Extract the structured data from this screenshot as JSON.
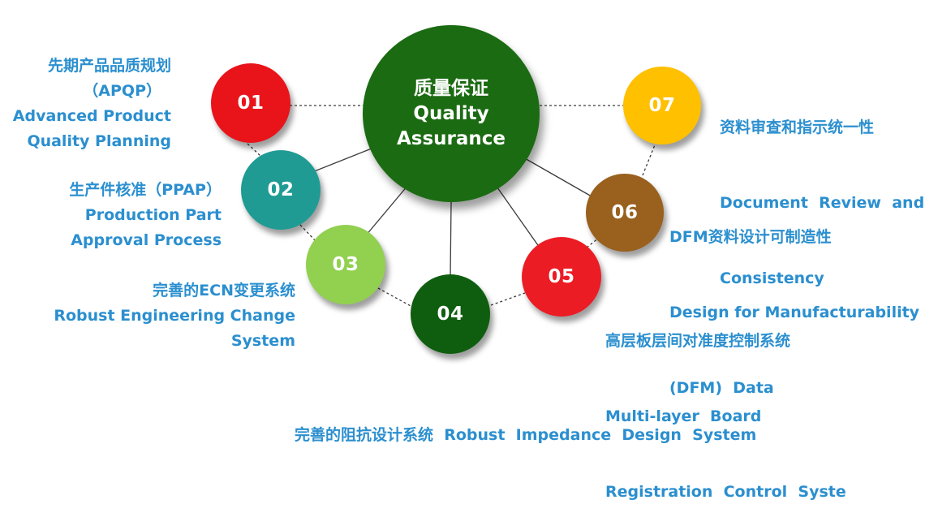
{
  "center": {
    "title_zh": "质量保证",
    "title_en_1": "Quality",
    "title_en_2": "Assurance",
    "color": "#1b6b12"
  },
  "nodes": [
    {
      "id": "01",
      "color": "#e8141a",
      "icon": "red-circle",
      "label": [
        "先期产品品质规划",
        "（APQP）",
        "Advanced Product",
        "Quality Planning"
      ]
    },
    {
      "id": "02",
      "color": "#1f9b94",
      "icon": "teal-circle",
      "label": [
        "生产件核准（PPAP）",
        "Production Part",
        "Approval Process"
      ]
    },
    {
      "id": "03",
      "color": "#92d050",
      "icon": "light-green-circle",
      "label": [
        "完善的ECN变更系统",
        "Robust Engineering Change",
        "System"
      ]
    },
    {
      "id": "04",
      "color": "#0f5e0f",
      "icon": "dark-green-circle",
      "label": [
        "完善的阻抗设计系统  Robust  Impedance  Design  System"
      ]
    },
    {
      "id": "05",
      "color": "#ec1c24",
      "icon": "red-circle",
      "label": [
        "高层板层间对准度控制系统",
        "Multi-layer  Board",
        "Registration  Control  Syste"
      ]
    },
    {
      "id": "06",
      "color": "#99601e",
      "icon": "brown-circle",
      "label": [
        "DFM资料设计可制造性",
        "Design for Manufacturability",
        "(DFM)  Data"
      ]
    },
    {
      "id": "07",
      "color": "#ffc000",
      "icon": "yellow-circle",
      "label": [
        "资料审查和指示统一性",
        "Document  Review  and",
        "Consistency"
      ]
    }
  ],
  "colors": {
    "label_text": "#2b8fcf",
    "connector": "#3a3a3a"
  }
}
